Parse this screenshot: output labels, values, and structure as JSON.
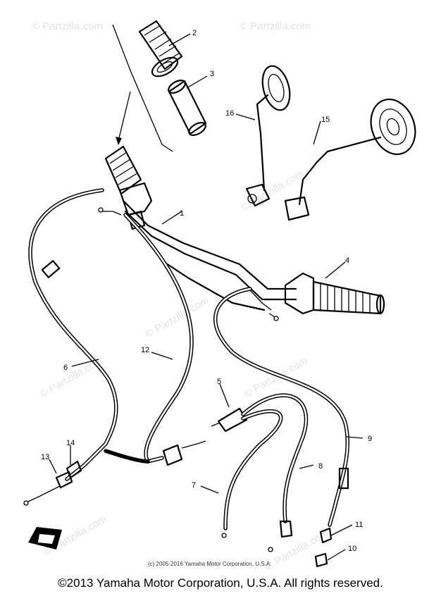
{
  "watermark": "© Partzilla.com",
  "part_labels": [
    "1",
    "2",
    "3",
    "4",
    "5",
    "6",
    "7",
    "8",
    "9",
    "10",
    "11",
    "12",
    "13",
    "14",
    "15",
    "16"
  ],
  "inner_copyright": "(c) 2005-2016 Yamaha Motor Corporation, U.S.A.",
  "footer": "©2013 Yamaha Motor Corporation, U.S.A. All rights reserved.",
  "icons": [
    "fwd-arrow-icon"
  ]
}
